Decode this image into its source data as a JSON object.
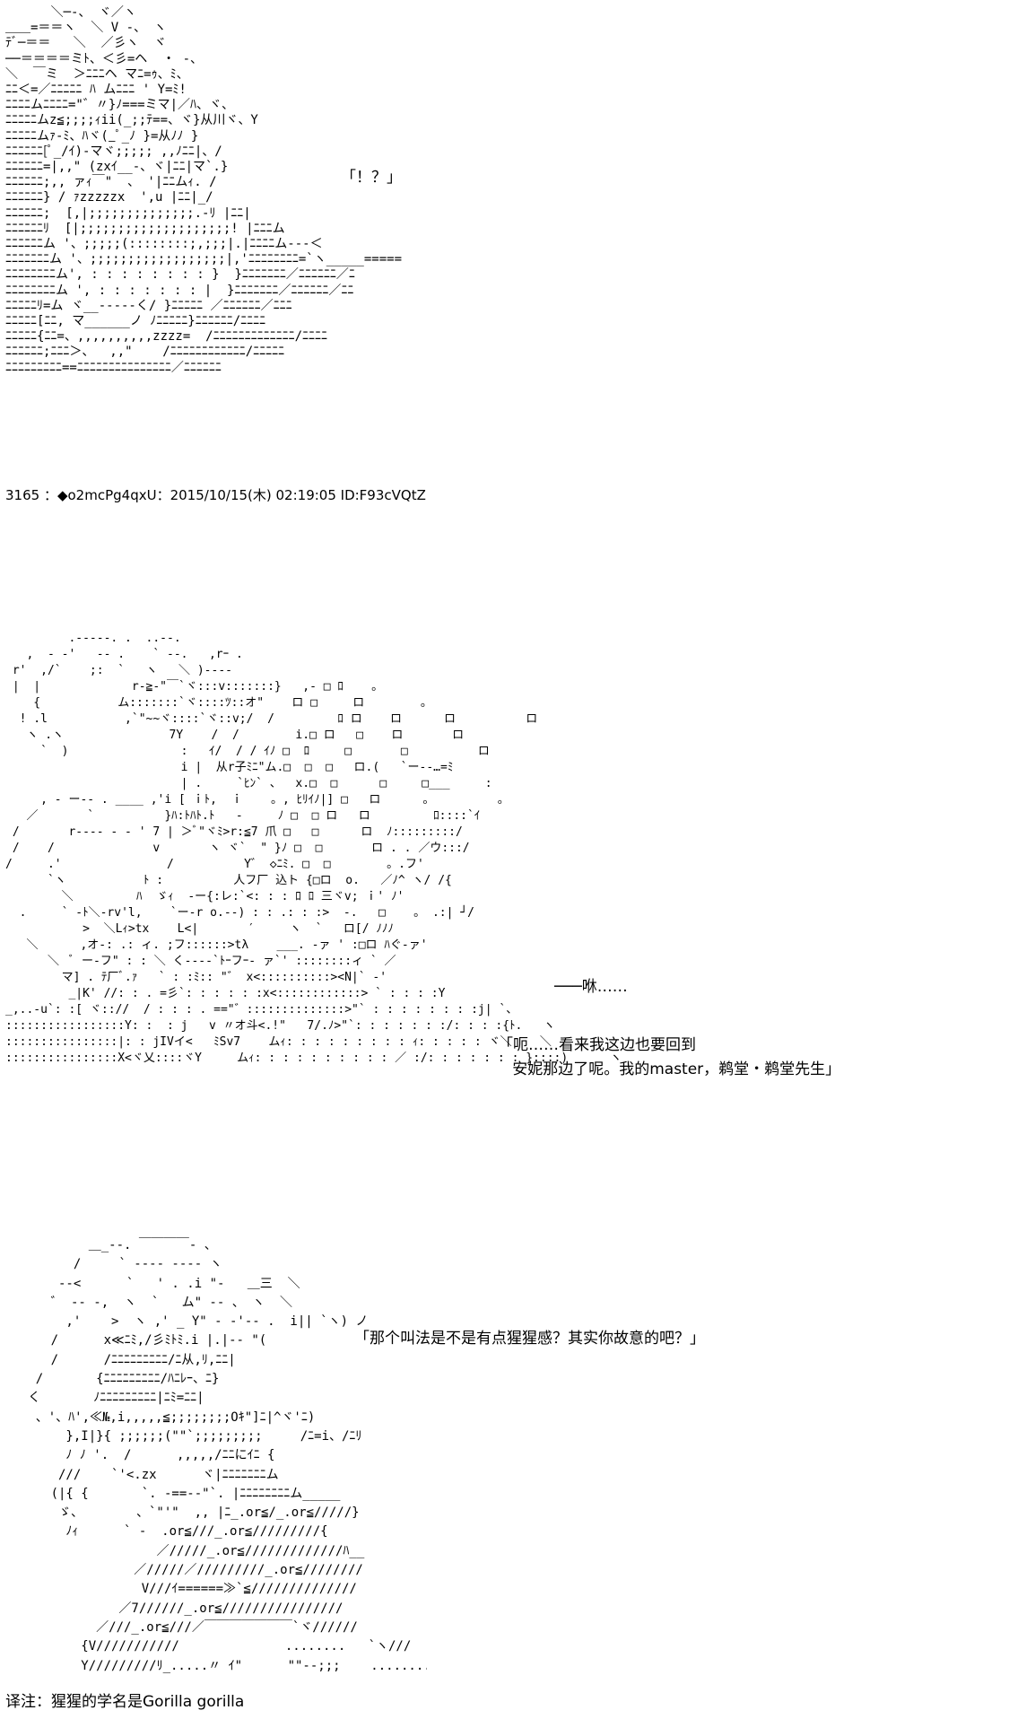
{
  "panel1": {
    "art_lines": [
      "      ＼─‐、 ヾ／ヽ",
      "＿＿=＝＝ヽ  ＼ V ‐、 ヽ",
      "ﾃﾞ─＝＝   ＼  ／彡ヽ  ヾ",
      "──＝＝＝＝ミﾄ、＜彡=ヘ  ・ ‐、",
      "＼  ￣ミ  ＞ﾆﾆﾆヘ マﾆ=ｩ、ﾐ、",
      "ﾆﾆ＜=／ﾆﾆﾆﾆﾆ ﾊ ムﾆﾆﾆ ' Y=ﾐ!",
      "ﾆﾆﾆﾆムﾆﾆﾆﾆ=\"゛〃}ﾉ===ミマ|／ﾊ、ヾ、",
      "ﾆﾆﾆﾆﾆムz≦;;;;ｨii(_;;ﾃ==、ヾ}从川ヾ、Y",
      "ﾆﾆﾆﾆﾆムｧ-ﾐ、ﾊヾ(_ﾟ_ﾉ }=从ﾉﾉ }",
      "ﾆﾆﾆﾆﾆﾆ[ﾟ_/ｲ)-マヾ;;;;; ,,ﾉﾆﾆ|、/",
      "ﾆﾆﾆﾆﾆﾆ=|,,\" (zxｲ__‐、ヾ|ﾆﾆ|マ`.}",
      "ﾆﾆﾆﾆﾆﾆ;,, ァｨ￣\"  、 '|ﾆﾆムｨ. /",
      "ﾆﾆﾆﾆﾆﾆ} / ｧzzzzzx  ',u |ﾆﾆ|_/",
      "ﾆﾆﾆﾆﾆﾆ;  [,|;;;;;;;;;;;;;;.‐ﾘ |ﾆﾆ|",
      "ﾆﾆﾆﾆﾆﾆﾘ  [|;;;;;;;;;;;;;;;;;;;;! |ﾆﾆﾆム",
      "ﾆﾆﾆﾆﾆﾆム '、;;;;;(::::::::;,;;;|.|ﾆﾆﾆﾆム‐‐‐＜",
      "ﾆﾆﾆﾆﾆﾆﾆム '、;;;;;;;;;;;;;;;;;;|,'ﾆﾆﾆﾆﾆﾆﾆﾆ=`ヽ_____=====",
      "ﾆﾆﾆﾆﾆﾆﾆﾆム', : : : : : : : : }  }ﾆﾆﾆﾆﾆﾆﾆ／ﾆﾆﾆﾆﾆﾆ／ﾆ",
      "ﾆﾆﾆﾆﾆﾆﾆﾆム ', : : : : : : : |  }ﾆﾆﾆﾆﾆﾆﾆ／ﾆﾆﾆﾆﾆﾆ／ﾆﾆ",
      "ﾆﾆﾆﾆﾆﾘ=ム ヾ__‐‐‐‐‐く/ }ﾆﾆﾆﾆﾆ ／ﾆﾆﾆﾆﾆﾆ／ﾆﾆﾆ",
      "ﾆﾆﾆﾆﾆ[ﾆﾆ, マ______ノ ﾉﾆﾆﾆﾆﾆ}ﾆﾆﾆﾆﾆﾆ/ﾆﾆﾆﾆ",
      "ﾆﾆﾆﾆﾆ{ﾆﾆ=、,,,,,,,,,,zzzz=  /ﾆﾆﾆﾆﾆﾆﾆﾆﾆﾆﾆﾆﾆ/ﾆﾆﾆﾆ",
      "ﾆﾆﾆﾆﾆﾆ;ﾆﾆﾆ＞、  ,,\"    /ﾆﾆﾆﾆﾆﾆﾆﾆﾆﾆﾆﾆ/ﾆﾆﾆﾆﾆ",
      "ﾆﾆﾆﾆﾆﾆﾆﾆﾆ==ﾆﾆﾆﾆﾆﾆﾆﾆﾆﾆﾆﾆﾆﾆﾆ／ﾆﾆﾆﾆﾆﾆ"
    ],
    "dialogue": "「！？」"
  },
  "post_header": {
    "number": "3165",
    "separator": " ：",
    "name": "◆o2mcPg4qxU",
    "date": "：2015/10/15(木) 02:19:05",
    "id": " ID:F93cVQtZ"
  },
  "panel2": {
    "art_lines": [
      "         .‐‐‐‐‐. .  ..‐‐.",
      "   ,  ‐ ‐'   ‐‐ .    ` ‐‐.   ,rｰ .",
      " r'  ,/`    ;:  `   ヽ   ＼ )‐‐‐‐",
      " |  |             r‐≧‐\"￣`ヾ:::v:::::::}   ,‐ □ ﾛ    。",
      "    {           ム:::::::`ヾ::::ﾂ::オ\"    ロ □     ロ        。",
      "  ! .l           ,`\"~~ヾ::::`ヾ::v;/  /         ﾛ ロ    ロ      ロ          ロ",
      "   ヽ .ヽ               7Y    /  /        i.□ ロ   □    ロ       ロ",
      "     `  )                :   ｲ/  / / ｲﾉ □  ﾛ     □       □          ロ",
      "                         i |  从r子ﾐﾆ\"ム.□  □  □   ロ.(   `ー‐‐…=ﾐ",
      "                         | .     `ﾋﾝ` 、  x.□  □      □     □___     :",
      "     , ‐ ー‐‐ . ____ ,'i [ ｉﾄ,  ｉ    。, ﾋﾘｲﾉ|] □   ロ      。         。",
      "   ／       `          }ﾊ:ﾄﾊﾄ.ﾄ   ‐     ﾉ □  □ ロ   ロ         ﾛ::::`ｲ",
      " /       r‐‐‐‐ ‐ ‐ ' 7 | ＞ﾞ\"ヾﾐ>r:≦7 爪 □   □      ロ  ﾉ:::::::::/",
      " /    /              v       ヽ ヾ`  \" }ﾉ □  □       ロ . . ／ウ:::/",
      "/     .'               /          Y゛ ◇ﾆﾐ. □  □        。.フ'",
      "      `ヽ           ﾄ :          人フ厂 込ト {□ロ  o.   ／ﾉ^ ヽ/ /{",
      "        ＼         ﾊ  ゞｨ  ‐ー{:レ:`<: : : ﾛ ﾛ 三ヾv; ｉ' ﾉ'",
      "  .     ` ‐ﾄ＼‐rv'l,    `ー‐r o.‐‐) : : .: : :>  ‐.   □    。 .:| ┘/",
      "           >  ＼Lｨ>tx    L<|       ′     ヽ  `   ロ[/ ﾉﾉﾉ",
      "   ＼      ,オ‐: .: ィ. ;フ::::::>tλ    ___. ‐ァ ' :□ロ ﾊぐ-ァ'",
      "      ＼  ﾞ ー‐フ\" : : ＼ く-‐‐‐`ﾄｰフｰ‐ ァ`' ::::::::ィ ` ／",
      "        マ] . ﾃ厂ﾞ.ｧ   ` : :ﾐ:: \"゛ x<::::::::::><N|` ‐'",
      "         _|K' //: : . =彡`: : : : : :x<::::::::::::> ` : : : :Y",
      "_,..‐u`: :[ ヾ:://  / : : : . ==\"゛::::::::::::::>\"` : : : : : : : :j| `、",
      ":::::::::::::::::Y: :  : j   v 〃オ斗<.!\"   7/.ﾉ>\"`: : : : : : :/: : : :{ﾄ.   ヽ",
      "::::::::::::::::|: : jIVイ<   ﾐSv7    ムｨ: : : : : : : : : ｨ: : : : : ヾ＼    ＼",
      "::::::::::::::::X<ヾ乂::::ヾY     ムｨ: : : : : : : : : : ／ :/: : : : : : : }::::)      ヽ"
    ],
    "sfx": "───咻……",
    "dialogue_line1": "「呃……看来我这边也要回到",
    "dialogue_line2": "   安妮那边了呢。我的master，鹈堂・鹈堂先生」"
  },
  "panel3": {
    "art_lines": [
      "           ＿_‐‐. ￣￣￣￣‐ 、",
      "         /     ` ‐‐‐‐ ‐‐‐‐ ヽ",
      "       ‐‐<      `   ' . .i \"‐   ＿三  ＼",
      "      ゛ ‐‐ ‐,  ヽ  `   ム\" ‐‐ 、 ヽ  ＼",
      "        ,'    >  ヽ ,' _ Y\" ‐ ‐'‐‐ .  i|| `ヽ) ノ",
      "      /      x≪ﾆﾐ,/彡ﾐﾄﾐ.i |.|‐‐ \"(",
      "      /      /ﾆﾆﾆﾆﾆﾆﾆﾆﾆ/ﾆ从,ﾘ,ﾆﾆ|",
      "    /       {ﾆﾆﾆﾆﾆﾆﾆﾆﾆ/ﾊﾆﾚｰ、ﾆ}",
      "   く       ﾉﾆﾆﾆﾆﾆﾆﾆﾆﾆ|ﾆﾐ=ﾆﾆ|",
      "    、'、ﾊ',≪№,i,,,,,≦;;;;;;;;Oｷ\"]ﾆ|^ヾ'ﾆ)",
      "        },I|}{ ;;;;;;(\"\"`;;;;;;;;;     /ﾆ=i、/ﾆﾘ",
      "        ﾉ ﾉ '.  /      ,,,,,/ﾆﾆにｲﾆ {",
      "       ///    `'<.zx      ヾ|ﾆﾆﾆﾆﾆﾆﾆム",
      "      (|{ {       `. ‐==‐‐\"`. |ﾆﾆﾆﾆﾆﾆﾆﾆム_____",
      "       ゞ、       、`\"'\"  ,, |ﾆ_.or≦/_.or≦/////}",
      "        ﾉｨ      ` ‐  .or≦///_.or≦/////////{",
      "                    ／/////_.or≦/////////////ﾊ__",
      "                 ／/////／/////////_.or≦////////",
      "                  V///ｲ======≫`≦//////////////",
      "               ／7//////_.or≦////////////////",
      "            ／///_.or≦///／￣￣￣￣￣￣￣`ヾ//////",
      "          {V///////////              ........   `ヽ///",
      "          Y/////////ﾘ_.....〃 ｲ\"      \"\"‐‐;;;    ..........  ＼"
    ],
    "dialogue": "「那个叫法是不是有点猩猩感？其实你故意的吧？」"
  },
  "note": "译注：猩猩的学名是Gorilla gorilla"
}
